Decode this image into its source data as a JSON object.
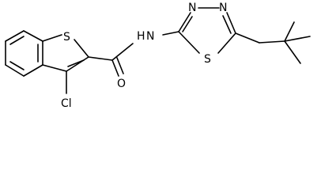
{
  "molecule": {
    "atoms": {
      "s_thiophene": "S",
      "cl": "Cl",
      "o_carbonyl": "O",
      "nh_amide": "N",
      "h_amide": "H",
      "n3_thiadiazole": "N",
      "n4_thiadiazole": "N",
      "s_thiadiazole": "S"
    }
  },
  "colors": {
    "bond": "#000000",
    "label": "#000000",
    "background": "#ffffff"
  }
}
